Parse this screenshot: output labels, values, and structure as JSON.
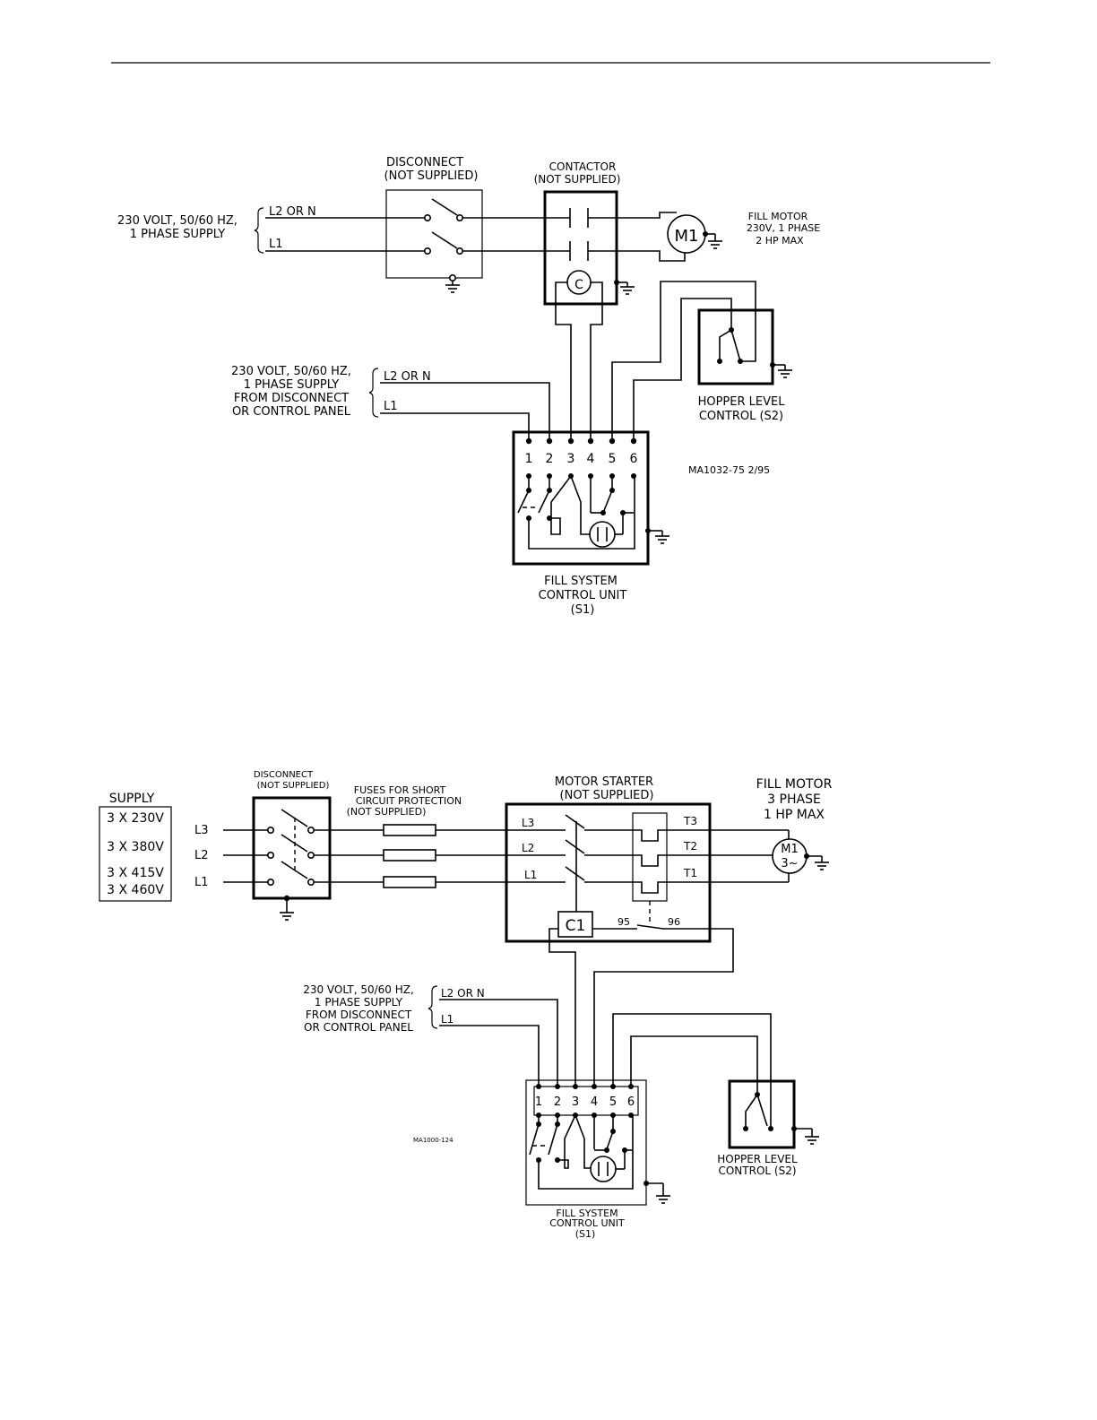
{
  "diagram1": {
    "supply_line1": "230 VOLT, 50/60 HZ,",
    "supply_line2": "1 PHASE SUPPLY",
    "line_l2": "L2 OR N",
    "line_l1": "L1",
    "disconnect_line1": "DISCONNECT",
    "disconnect_line2": "(NOT SUPPLIED)",
    "contactor_line1": "CONTACTOR",
    "contactor_line2": "(NOT SUPPLIED)",
    "contactor_coil": "C",
    "motor_symbol": "M1",
    "motor_line1": "FILL MOTOR",
    "motor_line2": "230V, 1 PHASE",
    "motor_line3": "2 HP MAX",
    "ctrl_supply_line1": "230 VOLT, 50/60 HZ,",
    "ctrl_supply_line2": "1 PHASE SUPPLY",
    "ctrl_supply_line3": "FROM DISCONNECT",
    "ctrl_supply_line4": "OR CONTROL PANEL",
    "ctrl_l2": "L2 OR N",
    "ctrl_l1": "L1",
    "hopper_line1": "HOPPER LEVEL",
    "hopper_line2": "CONTROL (S2)",
    "terminals": [
      "1",
      "2",
      "3",
      "4",
      "5",
      "6"
    ],
    "unit_line1": "FILL SYSTEM",
    "unit_line2": "CONTROL UNIT",
    "unit_line3": "(S1)",
    "drawing_ref": "MA1032-75 2/95"
  },
  "diagram2": {
    "supply_title": "SUPPLY",
    "supply_options": [
      "3 X 230V",
      "3 X 380V",
      "3 X 415V",
      "3 X 460V"
    ],
    "line_l3": "L3",
    "line_l2": "L2",
    "line_l1": "L1",
    "disconnect_line1": "DISCONNECT",
    "disconnect_line2": "(NOT SUPPLIED)",
    "fuses_line1": "FUSES FOR SHORT",
    "fuses_line2": "CIRCUIT PROTECTION",
    "fuses_line3": "(NOT SUPPLIED)",
    "starter_line1": "MOTOR STARTER",
    "starter_line2": "(NOT SUPPLIED)",
    "starter_l3": "L3",
    "starter_l2": "L2",
    "starter_l1": "L1",
    "starter_t3": "T3",
    "starter_t2": "T2",
    "starter_t1": "T1",
    "coil": "C1",
    "aux_95": "95",
    "aux_96": "96",
    "motor_line1": "FILL MOTOR",
    "motor_line2": "3 PHASE",
    "motor_line3": "1 HP MAX",
    "motor_symbol": "M1",
    "motor_phase": "3~",
    "ctrl_supply_line1": "230 VOLT, 50/60 HZ,",
    "ctrl_supply_line2": "1 PHASE SUPPLY",
    "ctrl_supply_line3": "FROM DISCONNECT",
    "ctrl_supply_line4": "OR CONTROL PANEL",
    "ctrl_l2": "L2 OR N",
    "ctrl_l1": "L1",
    "terminals": [
      "1",
      "2",
      "3",
      "4",
      "5",
      "6"
    ],
    "drawing_ref": "MA1000-124",
    "unit_line1": "FILL SYSTEM",
    "unit_line2": "CONTROL UNIT",
    "unit_line3": "(S1)",
    "hopper_line1": "HOPPER LEVEL",
    "hopper_line2": "CONTROL (S2)"
  }
}
